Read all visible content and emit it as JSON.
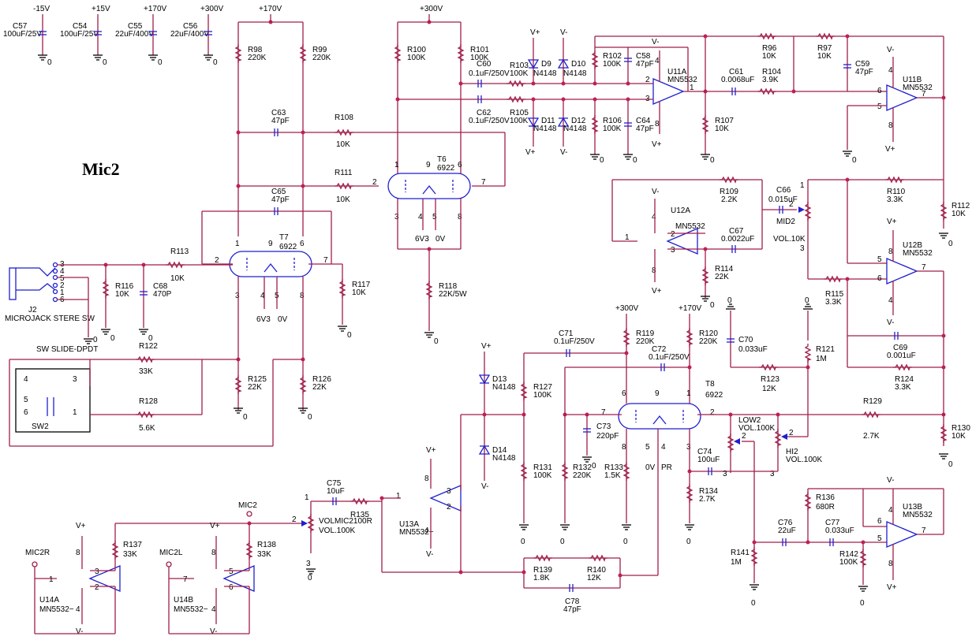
{
  "title": "Mic2",
  "supplies": [
    {
      "rail": "-15V",
      "ref": "C57",
      "val": "100uF/25V"
    },
    {
      "rail": "+15V",
      "ref": "C54",
      "val": "100uF/25V"
    },
    {
      "rail": "+170V",
      "ref": "C55",
      "val": "22uF/400V"
    },
    {
      "rail": "+300V",
      "ref": "C56",
      "val": "22uF/400V"
    }
  ],
  "labels": {
    "p170": "+170V",
    "p300": "+300V",
    "zero": "0",
    "vplus": "V+",
    "vminus": "V-",
    "six_v3": "6V3",
    "zero_v": "0V",
    "pr": "PR",
    "mic2": "MIC2",
    "mic2r": "MIC2R",
    "mic2l": "MIC2L",
    "j2": "J2",
    "j2_desc": "MICROJACK STERE SW",
    "sw_title": "SW SLIDE-DPDT",
    "sw2": "SW2",
    "t6": "T6",
    "t7": "T7",
    "t8": "T8",
    "tube": "6922",
    "u11a": "U11A",
    "u11b": "U11B",
    "u12a": "U12A",
    "u12b": "U12B",
    "u13a": "U13A",
    "u13b": "U13B",
    "u14a": "U14A",
    "u14b": "U14B",
    "op": "MN5532",
    "op_b": "MN5532−",
    "mid2": "MID2",
    "mid2_val": "VOL.10K",
    "low2": "LOW2",
    "low2_val": "VOL.100K",
    "hi2": "HI2",
    "hi2_val": "VOL.100K",
    "volmic": "VOLMIC2100R",
    "volmic_val": "VOL.100K"
  },
  "components": {
    "R98": "220K",
    "R99": "220K",
    "R100": "100K",
    "R101": "100K",
    "R102": "100K",
    "R103": "100K",
    "R104": "3.9K",
    "R105": "100K",
    "R106": "100K",
    "R107": "10K",
    "R108": "10K",
    "R109": "2.2K",
    "R110": "3.3K",
    "R111": "10K",
    "R112": "10K",
    "R113": "10K",
    "R114": "22K",
    "R115": "3.3K",
    "R116": "10K",
    "R117": "10K",
    "R118": "22K/5W",
    "R119": "220K",
    "R120": "220K",
    "R121": "1M",
    "R122": "33K",
    "R123": "12K",
    "R124": "3.3K",
    "R125": "22K",
    "R126": "22K",
    "R127": "100K",
    "R128": "5.6K",
    "R129": "2.7K",
    "R130": "10K",
    "R131": "100K",
    "R132": "220K",
    "R133": "1.5K",
    "R134": "2.7K",
    "R135": "",
    "R136": "680R",
    "R137": "33K",
    "R138": "33K",
    "R139": "1.8K",
    "R140": "12K",
    "R141": "1M",
    "R142": "100K",
    "R96": "10K",
    "R97": "10K",
    "C58": "47pF",
    "C59": "47pF",
    "C60": "0.1uF/250V",
    "C61": "0.0068uF",
    "C62": "0.1uF/250V",
    "C63": "47pF",
    "C64": "47pF",
    "C65": "47pF",
    "C66": "0.015uF",
    "C67": "0.0022uF",
    "C68": "470P",
    "C69": "0.001uF",
    "C70": "0.033uF",
    "C71": "0.1uF/250V",
    "C72": "0.1uF/250V",
    "C73": "220pF",
    "C74": "100uF",
    "C75": "10uF",
    "C76": "22uF",
    "C77": "0.033uF",
    "C78": "47pF",
    "D9": "N4148",
    "D10": "N4148",
    "D11": "N4148",
    "D12": "N4148",
    "D13": "N4148",
    "D14": "N4148"
  }
}
